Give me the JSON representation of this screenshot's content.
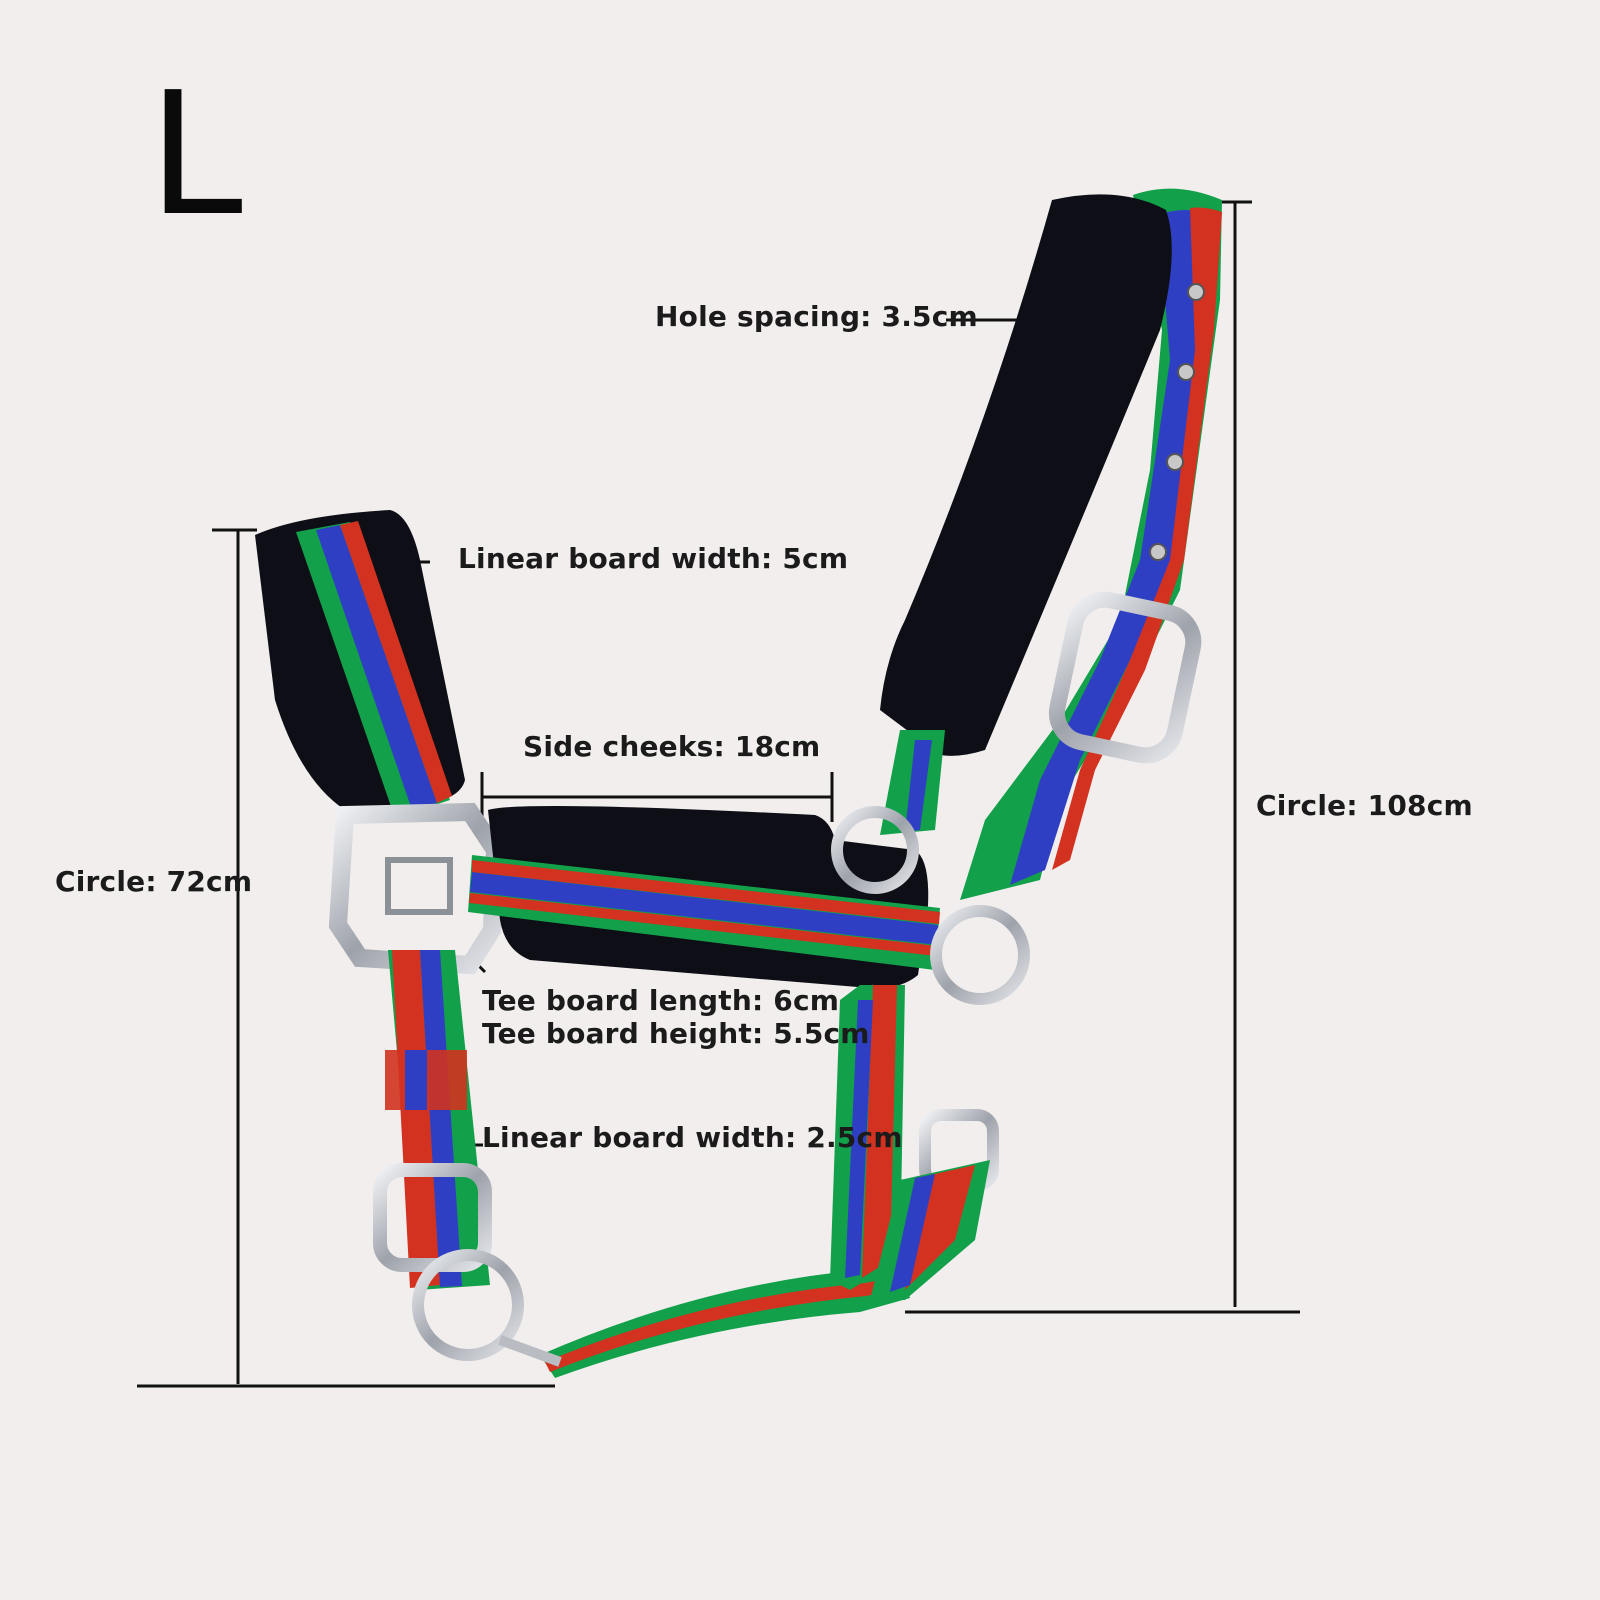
{
  "size_label": "L",
  "dimensions": {
    "hole_spacing": "Hole spacing: 3.5cm",
    "crown_width": "Linear board width: 5cm",
    "side_cheeks": "Side cheeks: 18cm",
    "circle_large": "Circle: 108cm",
    "circle_small": "Circle: 72cm",
    "tee_length": "Tee board length: 6cm",
    "tee_height": "Tee board height: 5.5cm",
    "strap_width": "Linear board width: 2.5cm"
  },
  "colors": {
    "background": "#f1eeed",
    "strap_green": "#12a14a",
    "strap_blue": "#2f3fc4",
    "strap_red": "#d2321f",
    "padding_black": "#0e0f16",
    "metal": "#b9bcc2"
  }
}
